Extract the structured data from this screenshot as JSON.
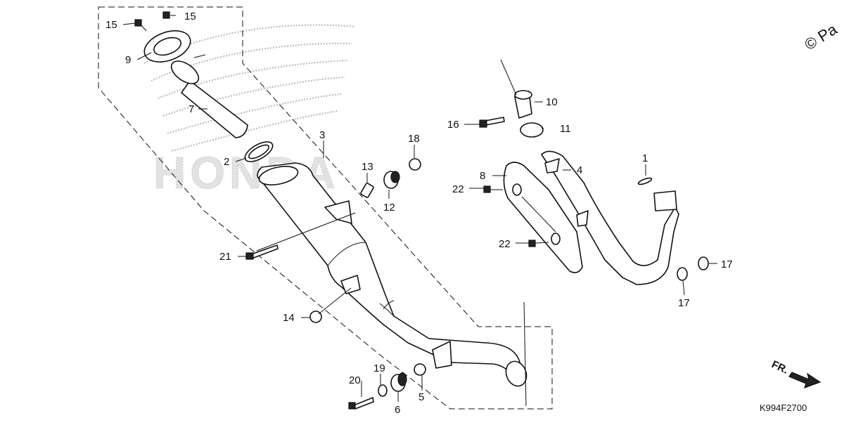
{
  "diagram": {
    "callouts": {
      "c1": "1",
      "c2": "2",
      "c3": "3",
      "c4": "4",
      "c5": "5",
      "c6": "6",
      "c7": "7",
      "c8": "8",
      "c9": "9",
      "c10": "10",
      "c11": "11",
      "c12": "12",
      "c13": "13",
      "c14": "14",
      "c15a": "15",
      "c15b": "15",
      "c16": "16",
      "c17a": "17",
      "c17b": "17",
      "c18": "18",
      "c19": "19",
      "c20": "20",
      "c21": "21",
      "c22a": "22",
      "c22b": "22"
    },
    "figure_code": "K994F2700",
    "copyright": "© Pa",
    "front_indicator": "FR.",
    "watermark_text": "HONDA"
  }
}
